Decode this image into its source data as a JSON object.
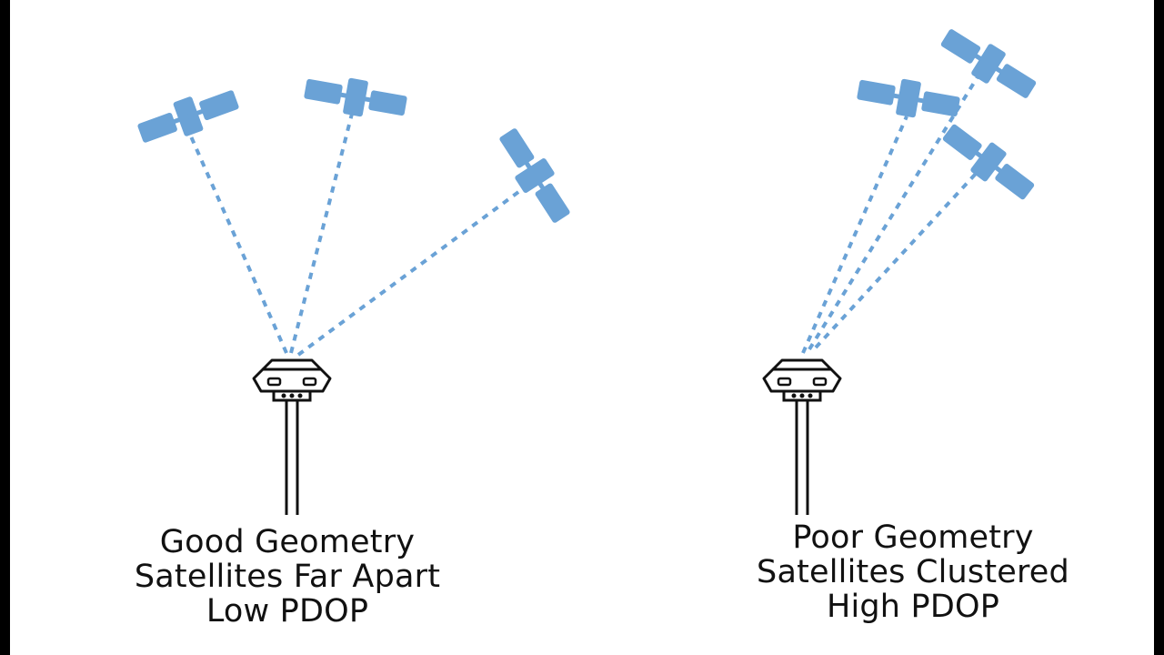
{
  "colors": {
    "satellite": "#6aa2d6",
    "signal": "#6aa2d6",
    "receiver_stroke": "#111111",
    "background": "#ffffff"
  },
  "panels": [
    {
      "id": "good",
      "caption_lines": [
        "Good Geometry",
        "Satellites Far Apart",
        "Low PDOP"
      ],
      "satellite_count": 3
    },
    {
      "id": "poor",
      "caption_lines": [
        "Poor Geometry",
        "Satellites Clustered",
        "High PDOP"
      ],
      "satellite_count": 3
    }
  ],
  "icons": {
    "satellite": "satellite-icon",
    "receiver": "gps-receiver-icon"
  }
}
